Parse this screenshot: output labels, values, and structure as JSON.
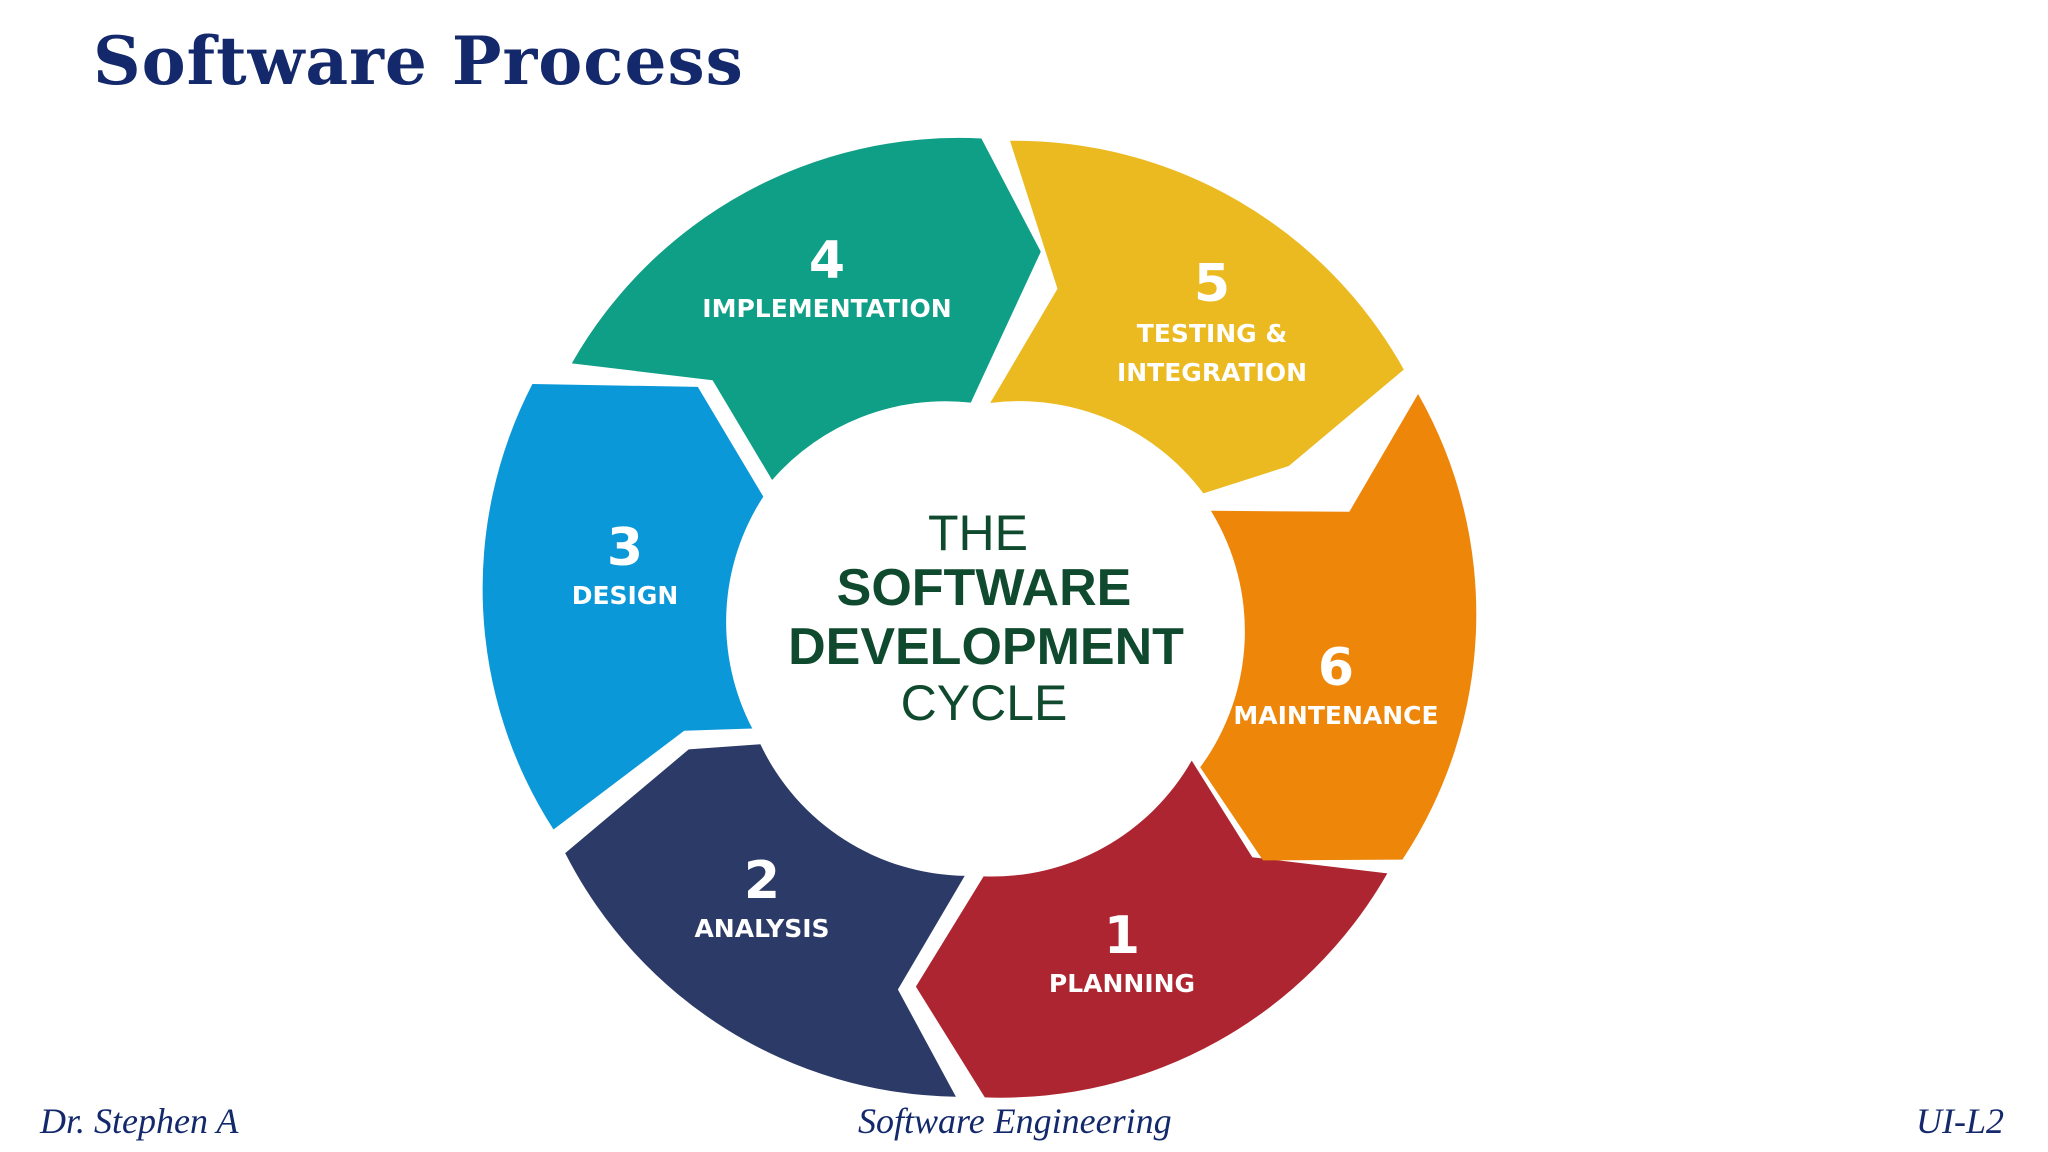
{
  "slide": {
    "title": "Software Process"
  },
  "diagram": {
    "center": {
      "line1": "THE",
      "line2": "SOFTWARE",
      "line3": "DEVELOPMENT",
      "line4": "CYCLE"
    },
    "stages": [
      {
        "number": "1",
        "label": "PLANNING",
        "color": "#ad2530"
      },
      {
        "number": "2",
        "label": "ANALYSIS",
        "color": "#2b3a66"
      },
      {
        "number": "3",
        "label": "DESIGN",
        "color": "#0a98d8"
      },
      {
        "number": "4",
        "label": "IMPLEMENTATION",
        "color": "#0f9e86"
      },
      {
        "number": "5",
        "label_line1": "TESTING &",
        "label_line2": "INTEGRATION",
        "color": "#ebb920"
      },
      {
        "number": "6",
        "label": "MAINTENANCE",
        "color": "#ee860a"
      }
    ]
  },
  "footer": {
    "left": "Dr. Stephen A",
    "center": "Software Engineering",
    "right": "UI-L2"
  }
}
